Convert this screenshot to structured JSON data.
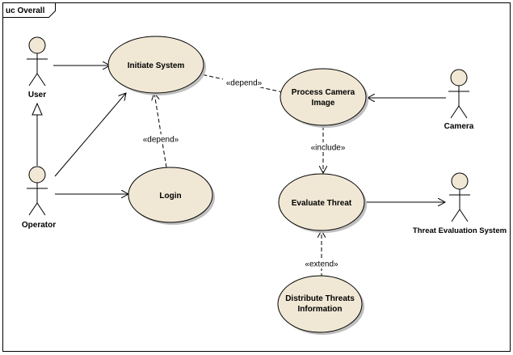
{
  "frame": {
    "title": "uc Overall"
  },
  "actors": {
    "user": "User",
    "operator": "Operator",
    "camera": "Camera",
    "threat_eval_system": "Threat Evaluation System"
  },
  "use_cases": {
    "initiate_system": [
      "Initiate System"
    ],
    "login": [
      "Login"
    ],
    "process_camera_image": [
      "Process Camera",
      "Image"
    ],
    "evaluate_threat": [
      "Evaluate Threat"
    ],
    "distribute_threats": [
      "Distribute Threats",
      "Information"
    ]
  },
  "relations": {
    "depend_top": "«depend»",
    "depend_left": "«depend»",
    "include": "«include»",
    "extend": "«extend»"
  }
}
